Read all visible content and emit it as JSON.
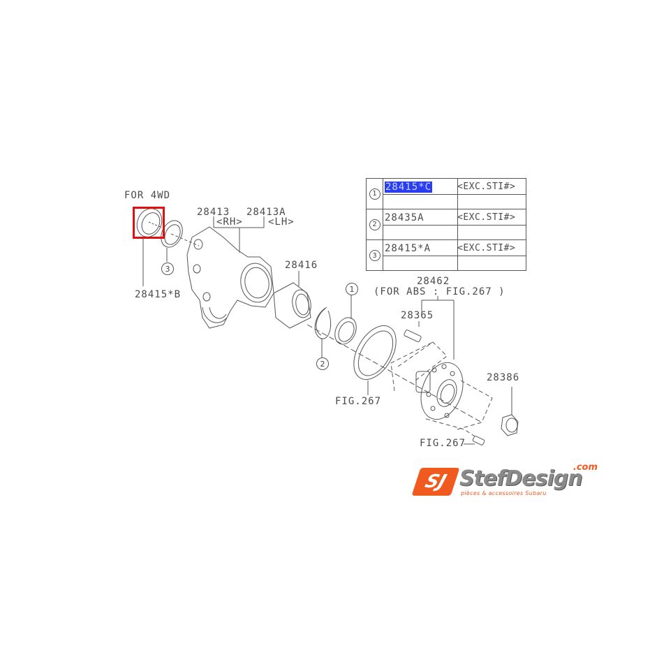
{
  "diagram": {
    "labels": {
      "for_4wd": "FOR 4WD",
      "part_28415b": "28415*B",
      "part_28413": "28413",
      "part_28413a": "28413A",
      "rh": "<RH>",
      "lh": "<LH>",
      "part_28416": "28416",
      "part_28462": "28462",
      "for_abs": "(FOR ABS : FIG.267 )",
      "part_28365": "28365",
      "part_28386": "28386",
      "fig267_a": "FIG.267",
      "fig267_b": "FIG.267"
    },
    "callouts": {
      "c1": "1",
      "c2": "2",
      "c3": "3"
    },
    "highlight_color": "#e01010",
    "line_color": "#555555"
  },
  "legend": {
    "rows": [
      {
        "num": "1",
        "part": "28415*C",
        "condition": "<EXC.STI#>",
        "highlighted": true
      },
      {
        "num": "2",
        "part": "28435A",
        "condition": "<EXC.STI#>",
        "highlighted": false
      },
      {
        "num": "3",
        "part": "28415*A",
        "condition": "<EXC.STI#>",
        "highlighted": false
      }
    ],
    "highlight_color": "#2a3ef0"
  },
  "logo": {
    "mark": "SJ",
    "name": "StefDesign",
    "domain": ".com",
    "tagline": "pièces & accessoires Subaru",
    "brand_color": "#f05a1e"
  }
}
